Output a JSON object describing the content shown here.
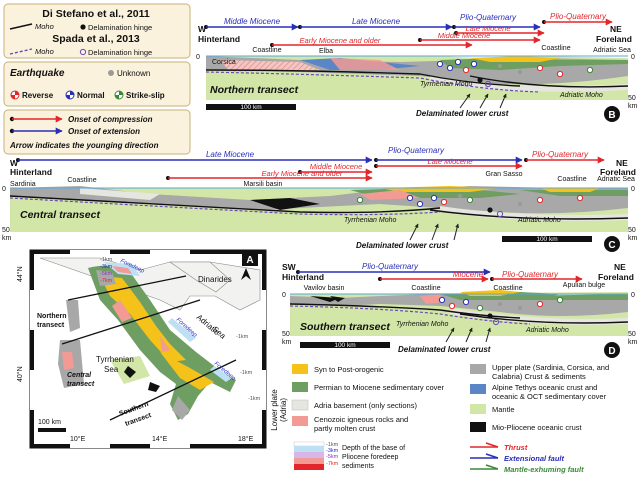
{
  "legend_refs": {
    "ref1": "Di Stefano et al., 2011",
    "ref1_moho": "Moho",
    "ref1_hinge": "Delamination hinge",
    "ref2": "Spada et al., 2013",
    "ref2_moho": "Moho",
    "ref2_hinge": "Delamination hinge"
  },
  "legend_eq": {
    "title": "Earthquake",
    "unknown": "Unknown",
    "reverse": "Reverse",
    "normal": "Normal",
    "strike_slip": "Strike-slip"
  },
  "legend_onset": {
    "compression": "Onset of compression",
    "extension": "Onset of extension",
    "note": "Arrow indicates the younging direction"
  },
  "northern": {
    "letter": "B",
    "title": "Northern transect",
    "w_label": "W",
    "hinterland": "Hinterland",
    "ne_label": "NE",
    "foreland": "Foreland",
    "t_middle_miocene": "Middle Miocene",
    "t_late_miocene": "Late Miocene",
    "t_plio_quaternary": "Plio-Quaternary",
    "c_plio_quaternary": "Plio-Quaternary",
    "c_late_miocene": "Late Miocene",
    "c_middle_miocene": "Middle Miocene",
    "c_early": "Early Miocene and older",
    "coastline_w": "Coastline",
    "elba": "Elba",
    "coastline_e": "Coastline",
    "adriatic_sea": "Adriatic Sea",
    "corsica": "Corsica",
    "tyrrhenian_moho": "Tyrrhenian Moho",
    "adriatic_moho": "Adriatic Moho",
    "delaminated": "Delaminated lower crust",
    "scale": "100 km",
    "depth0": "0",
    "depth50": "50",
    "depth_km": "km",
    "depth0_r": "0",
    "depth50_r": "50",
    "depth_km_r": "km"
  },
  "central": {
    "letter": "C",
    "title": "Central transect",
    "w_label": "W",
    "hinterland": "Hinterland",
    "ne_label": "NE",
    "foreland": "Foreland",
    "t_late_miocene": "Late Miocene",
    "t_plio_quaternary": "Plio-Quaternary",
    "c_plio_quaternary": "Plio-Quaternary",
    "c_late_miocene": "Late Miocene",
    "c_middle_miocene": "Middle Miocene",
    "c_early": "Early Miocene and older",
    "sardinia": "Sardinia",
    "coastline_w": "Coastline",
    "marsili": "Marsili basin",
    "gran_sasso": "Gran Sasso",
    "coastline_e": "Coastline",
    "adriatic_sea": "Adriatic Sea",
    "tyrrhenian_moho": "Tyrrhenian Moho",
    "adriatic_moho": "Adriatic Moho",
    "delaminated": "Delaminated lower crust",
    "scale": "100 km",
    "depth0": "0",
    "depth50": "50",
    "depth_km": "km",
    "depth0_r": "0",
    "depth50_r": "50",
    "depth_km_r": "km"
  },
  "southern": {
    "letter": "D",
    "title": "Southern transect",
    "sw_label": "SW",
    "hinterland": "Hinterland",
    "ne_label": "NE",
    "foreland": "Foreland",
    "t_plio_quaternary": "Plio-Quaternary",
    "c_plio_quaternary": "Plio-Quaternary",
    "c_miocene": "Miocene",
    "vavilov": "Vavilov basin",
    "coastline_w": "Coastline",
    "coastline_e": "Coastline",
    "apulian": "Apulian bulge",
    "tyrrhenian_moho": "Tyrrhenian Moho",
    "adriatic_moho": "Adriatic Moho",
    "delaminated": "Delaminated lower crust",
    "scale": "100 km",
    "depth0": "0",
    "depth50": "50",
    "depth_km": "km",
    "depth0_r": "0",
    "depth50_r": "50",
    "depth_km_r": "km"
  },
  "map": {
    "letter": "A",
    "lat44": "44°N",
    "lat40": "40°N",
    "lon10": "10°E",
    "lon14": "14°E",
    "lon18": "18°E",
    "dinarides": "Dinarides",
    "adriatic_sea_1": "Adriatic",
    "adriatic_sea_2": "Sea",
    "tyrrhenian_1": "Tyrrhenian",
    "tyrrhenian_2": "Sea",
    "northern_1": "Northern",
    "northern_2": "transect",
    "central_1": "Central",
    "central_2": "transect",
    "southern_1": "Southern",
    "southern_2": "transect",
    "foredeep_1": "Foredeep",
    "foredeep_2": "Foredeep",
    "foredeep_3": "Foredeep",
    "km_labels": [
      "-1km",
      "-3km",
      "-5km",
      "-7km",
      "-1km",
      "-1km",
      "-1km"
    ],
    "scale": "100 km"
  },
  "units": {
    "syn": "Syn to Post-orogenic",
    "permian": "Permian to Miocene sedimentary cover",
    "adria": "Adria basement (only sections)",
    "cenozoic_1": "Cenozoic igneous rocks and",
    "cenozoic_2": "partly molten crust",
    "upper_plate_1": "Upper plate (Sardinia, Corsica, and",
    "upper_plate_2": "Calabria) Crust & sediments",
    "alpine_1": "Alpine Tethys oceanic crust and",
    "alpine_2": "oceanic & OCT sedimentary cover",
    "mantle": "Mantle",
    "mio_pliocene": "Mio-Pliocene oceanic crust",
    "lower_plate_1": "Lower plate",
    "lower_plate_2": "(Adria)",
    "depth_1km": "-1km",
    "depth_3km": "-3km",
    "depth_5km": "-5km",
    "depth_7km": "-7km",
    "depth_label_1": "Depth of the base of",
    "depth_label_2": "Pliocene foredeep",
    "depth_label_3": "sediments",
    "thrust": "Thrust",
    "extensional": "Extensional fault",
    "mantle_exhuming": "Mantle-exhuming fault"
  },
  "colors": {
    "compression": "#e3262c",
    "extension": "#2a2fb8",
    "syn": "#f5c21a",
    "permian": "#6e9e62",
    "adria": "#e6e6e0",
    "cenozoic": "#f29a94",
    "upper_plate": "#a8a8a8",
    "alpine": "#5b86c6",
    "mantle": "#d2e6a8",
    "mio_pliocene": "#111111",
    "legend_box": "#fbf2dd"
  }
}
